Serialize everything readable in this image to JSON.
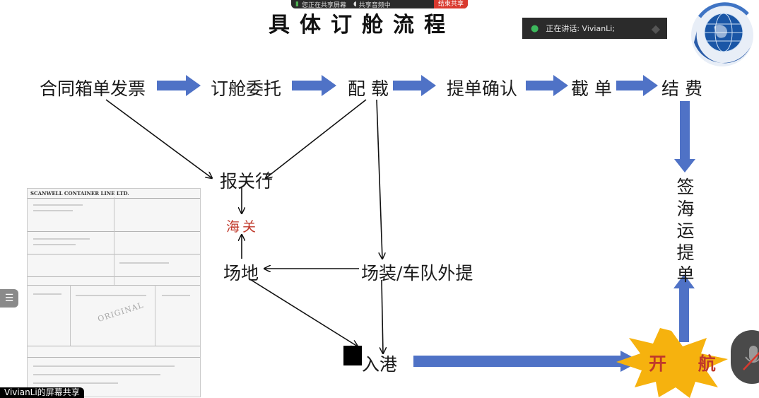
{
  "title": "具体订舱流程",
  "share_bar": {
    "sharing_label": "您正在共享屏幕",
    "audio_label": "共享音频中",
    "stop_label": "结束共享"
  },
  "speaker_panel": {
    "speaking_label": "正在讲话: VivianLi;"
  },
  "flow": {
    "top_row": [
      "合同箱单发票",
      "订舱委托",
      "配 载",
      "提单确认",
      "截 单",
      "结 费"
    ],
    "broker": "报关行",
    "customs": "海关",
    "yard": "场地",
    "loading": "场装/车队外提",
    "entry_port": "入港",
    "sign_bl": "签海运提单",
    "launch": "开 航"
  },
  "document": {
    "header": "SCANWELL CONTAINER LINE LTD.",
    "stamp": "ORIGINAL"
  },
  "caption": "VivianLi的屏幕共享",
  "colors": {
    "arrow_blue": "#4f72c6",
    "highlight_red": "#c0392b",
    "starburst": "#f6b20e"
  }
}
